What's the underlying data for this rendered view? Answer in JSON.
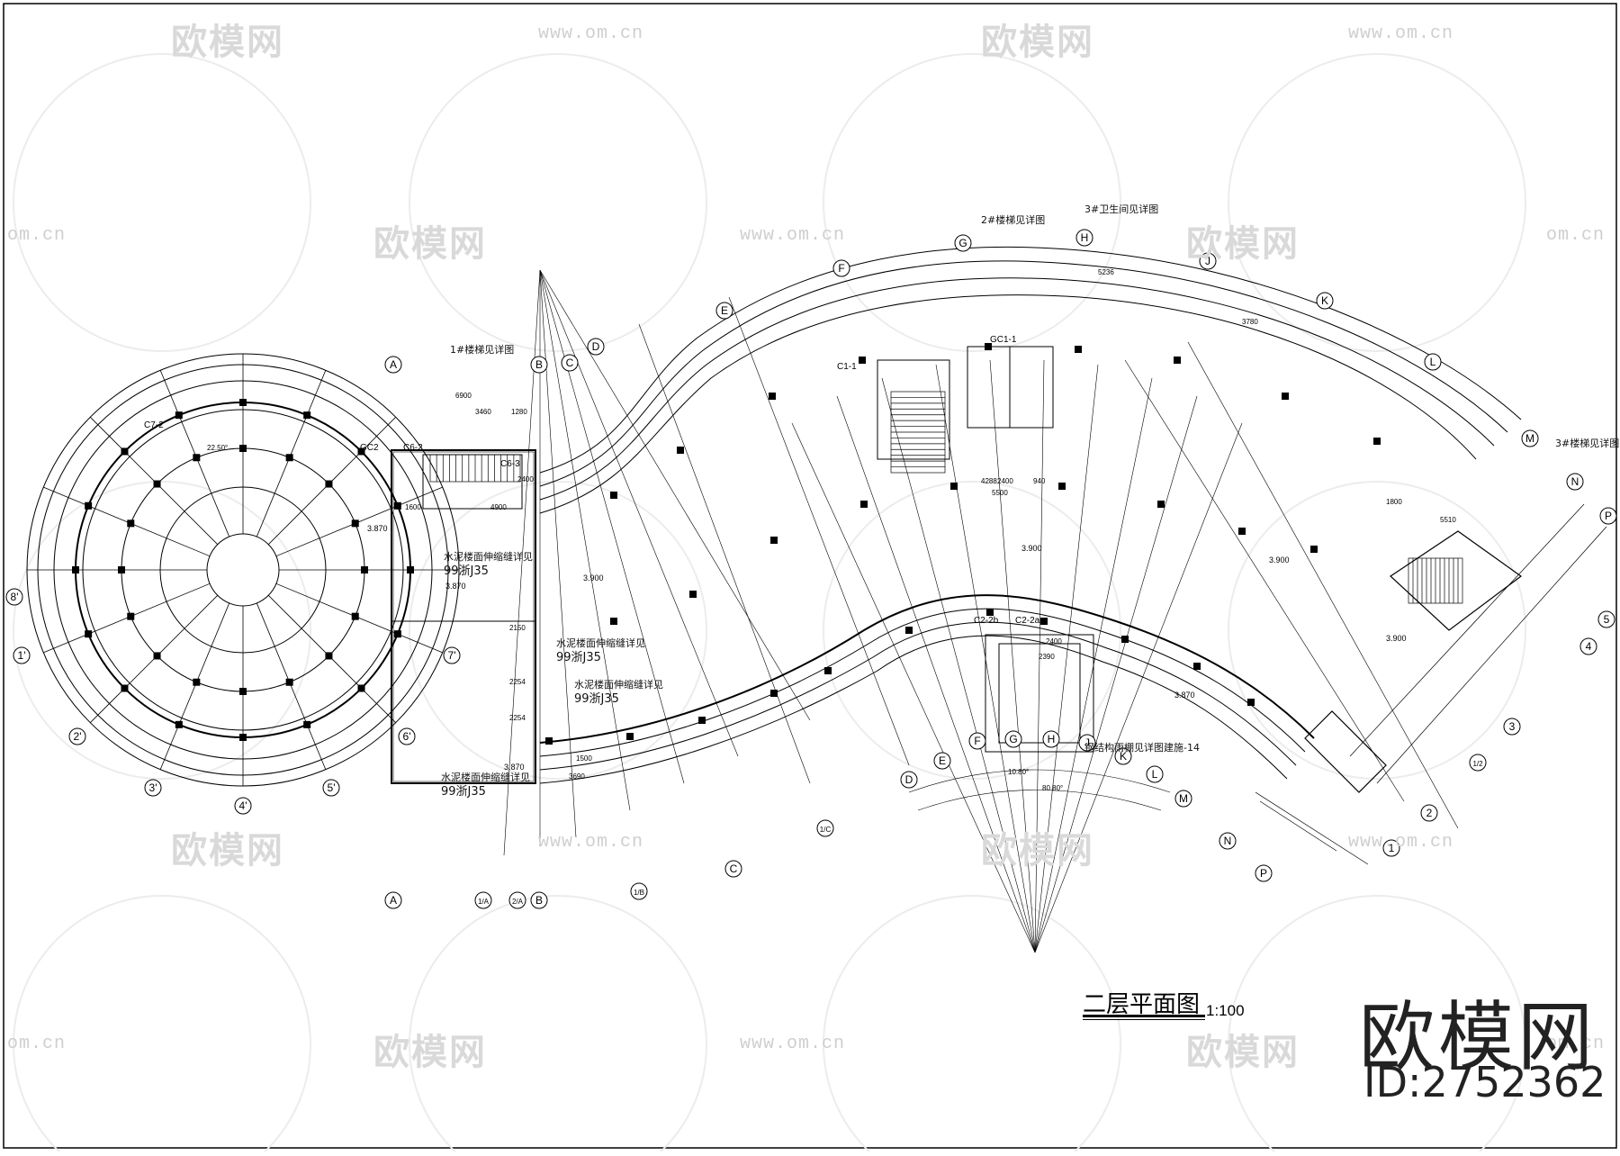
{
  "drawing": {
    "title": "二层平面图",
    "scale": "1:100"
  },
  "watermark": {
    "logo_text": "欧模网",
    "url_text": "www.om.cn",
    "url_fragment": "om.cn",
    "big_brand": "欧模网",
    "id_label": "ID:2752362"
  },
  "notes": {
    "stair1": "1#楼梯见详图",
    "stair2": "2#楼梯见详图",
    "stair3": "3#楼梯见详图",
    "toilet3": "3#卫生间见详图",
    "handrail_a": "水泥楼面伸缩缝详见",
    "handrail_a_ref": "99浙J35",
    "handrail_b": "水泥楼面伸缩缝详见",
    "handrail_b_ref": "99浙J35",
    "handrail_c": "水泥楼面伸缩缝详见",
    "handrail_c_ref": "99浙J35",
    "handrail_d": "水泥楼面伸缩缝详见",
    "handrail_d_ref": "99浙J35",
    "steel_canopy": "钢结构雨棚见详图建施-14"
  },
  "grid_labels_top": [
    "A",
    "B",
    "C",
    "D",
    "E",
    "F",
    "G",
    "H",
    "J",
    "K",
    "L",
    "M",
    "N",
    "P"
  ],
  "grid_labels_bottom": [
    "A",
    "1/A",
    "2/A",
    "B",
    "1/B",
    "C",
    "1/C",
    "D",
    "E",
    "F",
    "G",
    "H",
    "J",
    "K",
    "L",
    "M",
    "N",
    "P"
  ],
  "grid_labels_circle": [
    "1'",
    "2'",
    "3'",
    "4'",
    "5'",
    "6'",
    "7'",
    "8'"
  ],
  "grid_labels_right": [
    "1",
    "2",
    "3",
    "4",
    "5",
    "1/2"
  ],
  "levels": [
    "3.870",
    "3.900",
    "3.870",
    "3.900",
    "3.900",
    "3.870",
    "3.900",
    "3.870"
  ],
  "windows": [
    "C7-2",
    "C6-2",
    "C6-3",
    "C1-1",
    "C2-2b",
    "C2-2a",
    "GC1-1",
    "GC2"
  ],
  "dimensions": [
    "6900",
    "3460",
    "1280",
    "2400",
    "4900",
    "1600",
    "2400",
    "5500",
    "4288",
    "940",
    "2400",
    "2390",
    "3690",
    "1500",
    "2254",
    "2150",
    "2254",
    "5236",
    "3780",
    "1800",
    "5510"
  ],
  "angles": [
    "22.50°",
    "10.80°",
    "80.80°"
  ]
}
